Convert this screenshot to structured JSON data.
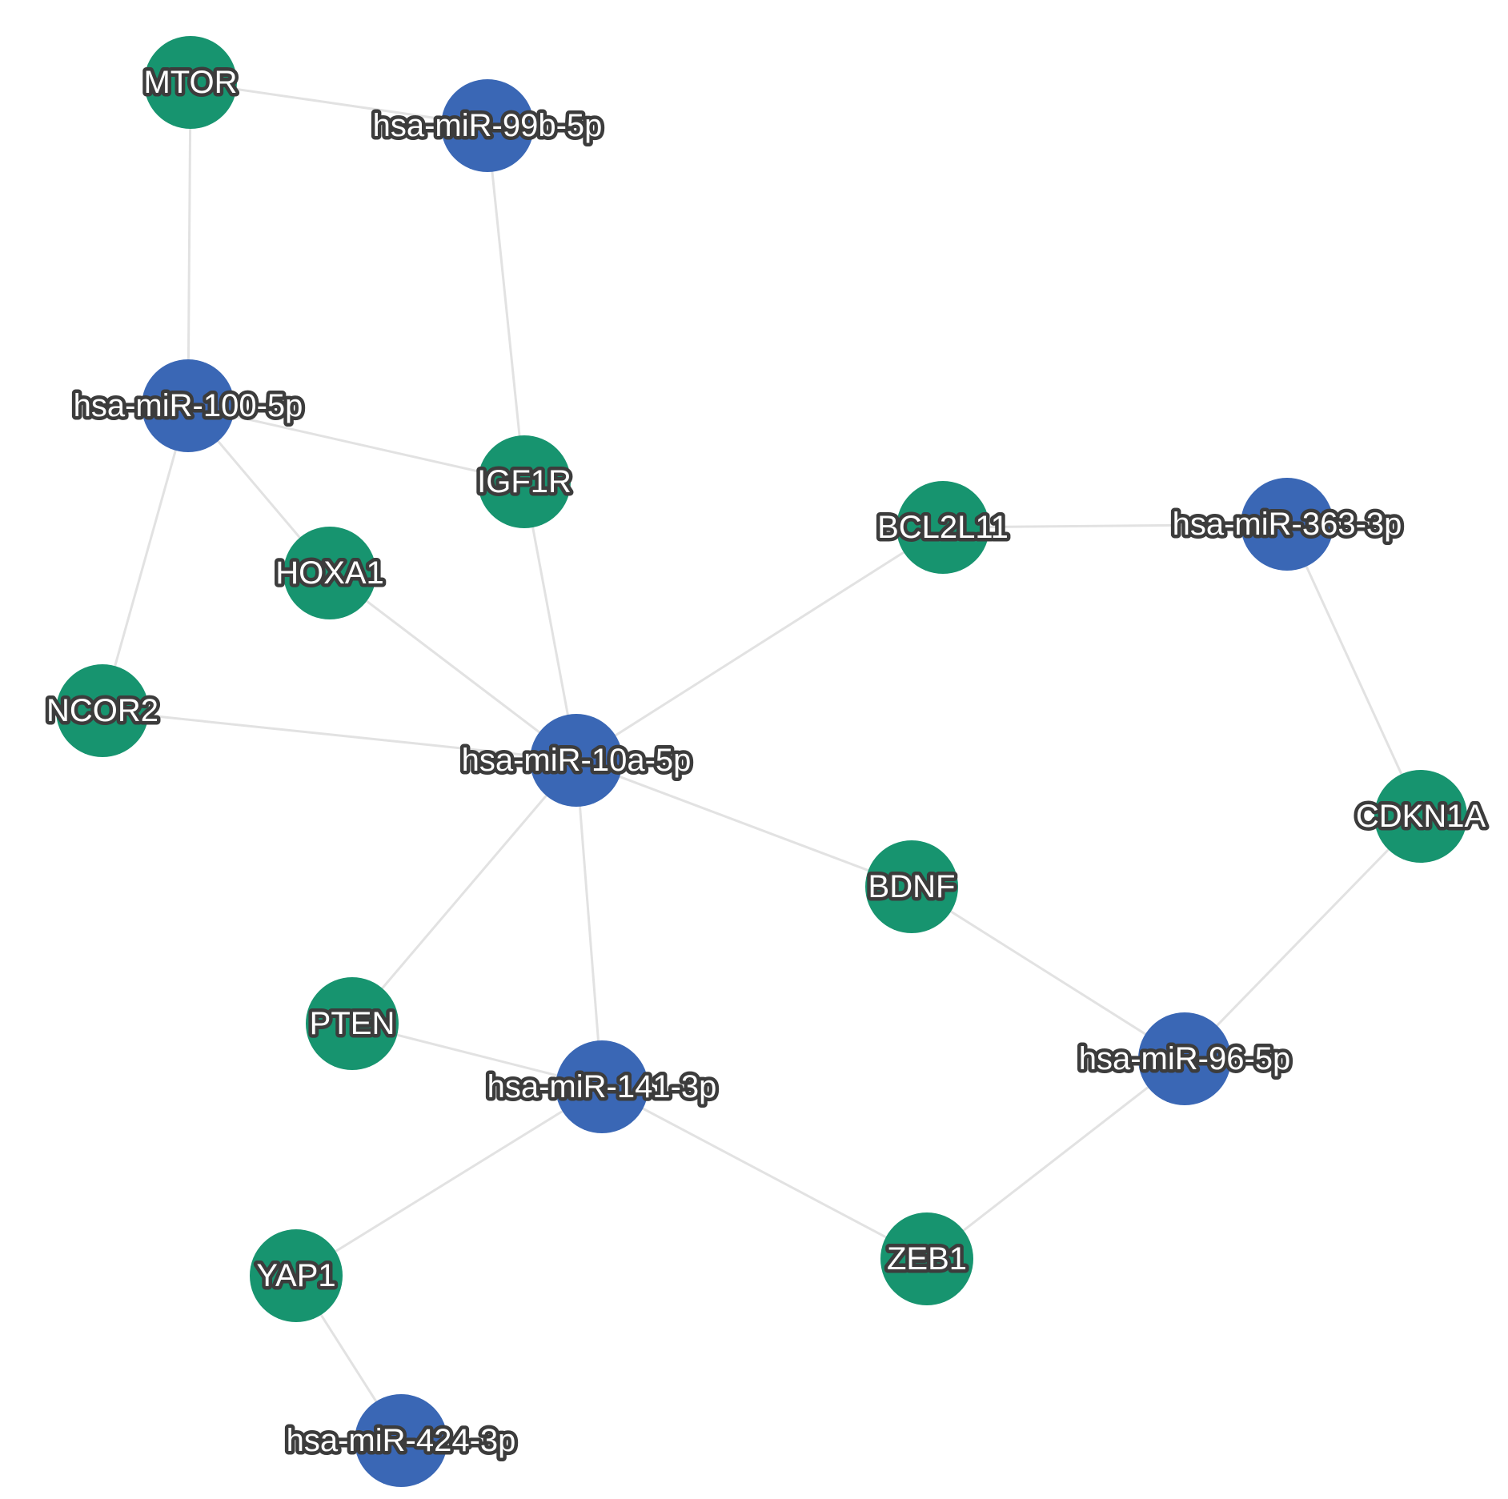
{
  "network": {
    "colors": {
      "mirna": "#3a67b5",
      "gene": "#17946f",
      "edge": "#e2e2e2",
      "label_fill": "#ffffff",
      "label_outline": "#3c3c3c"
    },
    "nodes": [
      {
        "id": "mtor",
        "label": "MTOR",
        "kind": "gene"
      },
      {
        "id": "mir99b",
        "label": "hsa-miR-99b-5p",
        "kind": "mirna"
      },
      {
        "id": "mir100",
        "label": "hsa-miR-100-5p",
        "kind": "mirna"
      },
      {
        "id": "igf1r",
        "label": "IGF1R",
        "kind": "gene"
      },
      {
        "id": "hoxa1",
        "label": "HOXA1",
        "kind": "gene"
      },
      {
        "id": "ncor2",
        "label": "NCOR2",
        "kind": "gene"
      },
      {
        "id": "mir10a",
        "label": "hsa-miR-10a-5p",
        "kind": "mirna"
      },
      {
        "id": "bcl2l11",
        "label": "BCL2L11",
        "kind": "gene"
      },
      {
        "id": "mir363",
        "label": "hsa-miR-363-3p",
        "kind": "mirna"
      },
      {
        "id": "cdkn1a",
        "label": "CDKN1A",
        "kind": "gene"
      },
      {
        "id": "bdnf",
        "label": "BDNF",
        "kind": "gene"
      },
      {
        "id": "pten",
        "label": "PTEN",
        "kind": "gene"
      },
      {
        "id": "mir141",
        "label": "hsa-miR-141-3p",
        "kind": "mirna"
      },
      {
        "id": "mir96",
        "label": "hsa-miR-96-5p",
        "kind": "mirna"
      },
      {
        "id": "yap1",
        "label": "YAP1",
        "kind": "gene"
      },
      {
        "id": "zeb1",
        "label": "ZEB1",
        "kind": "gene"
      },
      {
        "id": "mir424",
        "label": "hsa-miR-424-3p",
        "kind": "mirna"
      }
    ],
    "edges": [
      [
        "mtor",
        "mir99b"
      ],
      [
        "mtor",
        "mir100"
      ],
      [
        "mir99b",
        "igf1r"
      ],
      [
        "mir100",
        "igf1r"
      ],
      [
        "mir100",
        "hoxa1"
      ],
      [
        "mir100",
        "ncor2"
      ],
      [
        "igf1r",
        "mir10a"
      ],
      [
        "hoxa1",
        "mir10a"
      ],
      [
        "ncor2",
        "mir10a"
      ],
      [
        "mir10a",
        "bcl2l11"
      ],
      [
        "bcl2l11",
        "mir363"
      ],
      [
        "mir363",
        "cdkn1a"
      ],
      [
        "mir10a",
        "bdnf"
      ],
      [
        "mir10a",
        "pten"
      ],
      [
        "mir10a",
        "mir141"
      ],
      [
        "pten",
        "mir141"
      ],
      [
        "mir141",
        "yap1"
      ],
      [
        "mir141",
        "zeb1"
      ],
      [
        "bdnf",
        "mir96"
      ],
      [
        "cdkn1a",
        "mir96"
      ],
      [
        "mir96",
        "zeb1"
      ],
      [
        "yap1",
        "mir424"
      ]
    ]
  }
}
